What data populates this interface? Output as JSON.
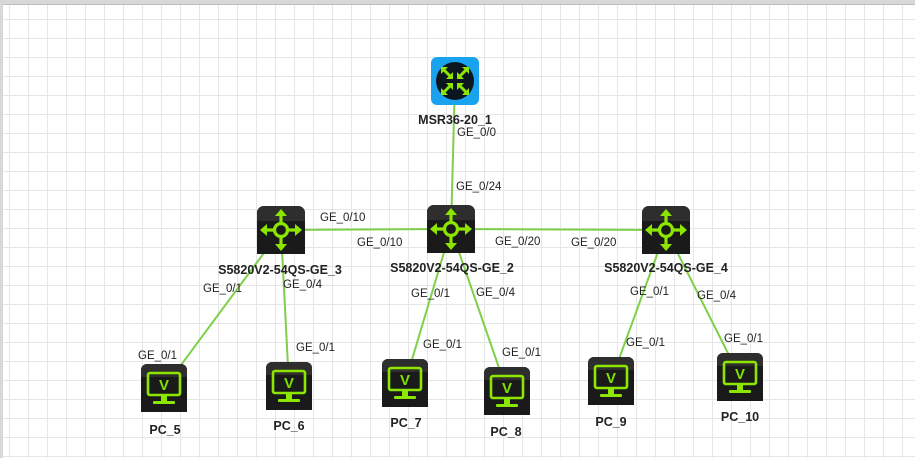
{
  "colors": {
    "link": "#7fcf4a",
    "device_dark": "#1a1a1a",
    "device_accent": "#8ce600",
    "router_bg": "#19a3ef"
  },
  "nodes": {
    "router": {
      "name": "MSR36-20_1",
      "icon": "router-icon"
    },
    "sw_core": {
      "name": "S5820V2-54QS-GE_2",
      "icon": "switch-icon"
    },
    "sw_left": {
      "name": "S5820V2-54QS-GE_3",
      "icon": "switch-icon"
    },
    "sw_right": {
      "name": "S5820V2-54QS-GE_4",
      "icon": "switch-icon"
    },
    "pc5": {
      "name": "PC_5",
      "icon": "pc-icon",
      "glyph": "V"
    },
    "pc6": {
      "name": "PC_6",
      "icon": "pc-icon",
      "glyph": "V"
    },
    "pc7": {
      "name": "PC_7",
      "icon": "pc-icon",
      "glyph": "V"
    },
    "pc8": {
      "name": "PC_8",
      "icon": "pc-icon",
      "glyph": "V"
    },
    "pc9": {
      "name": "PC_9",
      "icon": "pc-icon",
      "glyph": "V"
    },
    "pc10": {
      "name": "PC_10",
      "icon": "pc-icon",
      "glyph": "V"
    }
  },
  "links": [
    {
      "from": "router",
      "to": "sw_core",
      "from_port": "GE_0/0",
      "to_port": "GE_0/24"
    },
    {
      "from": "sw_left",
      "to": "sw_core",
      "from_port": "GE_0/10",
      "to_port": "GE_0/10"
    },
    {
      "from": "sw_core",
      "to": "sw_right",
      "from_port": "GE_0/20",
      "to_port": "GE_0/20"
    },
    {
      "from": "sw_left",
      "to": "pc5",
      "from_port": "GE_0/1",
      "to_port": "GE_0/1"
    },
    {
      "from": "sw_left",
      "to": "pc6",
      "from_port": "GE_0/4",
      "to_port": "GE_0/1"
    },
    {
      "from": "sw_core",
      "to": "pc7",
      "from_port": "GE_0/1",
      "to_port": "GE_0/1"
    },
    {
      "from": "sw_core",
      "to": "pc8",
      "from_port": "GE_0/4",
      "to_port": "GE_0/1"
    },
    {
      "from": "sw_right",
      "to": "pc9",
      "from_port": "GE_0/1",
      "to_port": "GE_0/1"
    },
    {
      "from": "sw_right",
      "to": "pc10",
      "from_port": "GE_0/4",
      "to_port": "GE_0/1"
    }
  ]
}
